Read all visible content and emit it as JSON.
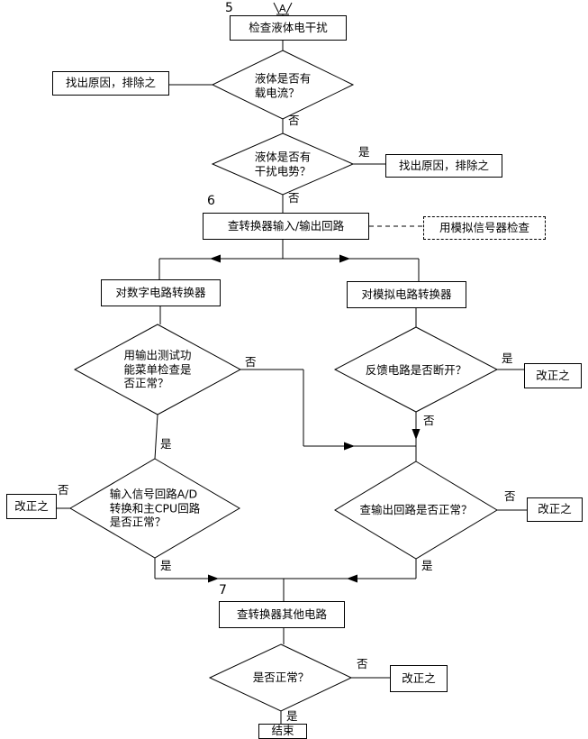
{
  "diagram": {
    "connector_label": "A",
    "step_numbers": {
      "five": "5",
      "six": "6",
      "seven": "7"
    },
    "branch": {
      "yes": "是",
      "no": "否"
    },
    "boxes": {
      "check_liquid_interference": "检查液体电干扰",
      "find_cause_1": "找出原因，排除之",
      "find_cause_2": "找出原因，排除之",
      "check_converter_io": "查转换器输入/输出回路",
      "use_analog_signal_checker": "用模拟信号器检查",
      "digital_circuit_converter": "对数字电路转换器",
      "analog_circuit_converter": "对模拟电路转换器",
      "fix_it_feedback": "改正之",
      "fix_it_input": "改正之",
      "fix_it_output": "改正之",
      "fix_it_other": "改正之",
      "check_other_circuits": "查转换器其他电路",
      "end": "结束"
    },
    "decisions": {
      "liquid_carrying_current": "液体是否有\n载电流？",
      "liquid_interference_potential": "液体是否有\n干扰电势？",
      "output_test_menu_ok": "用输出测试功\n能菜单检查是\n否正常？",
      "feedback_circuit_open": "反馈电路是否断开？",
      "input_signal_ad_cpu_ok": "输入信号回路A/D\n转换和主CPU回路\n是否正常？",
      "output_circuit_ok": "查输出回路是否正常？",
      "is_normal": "是否正常？"
    }
  }
}
